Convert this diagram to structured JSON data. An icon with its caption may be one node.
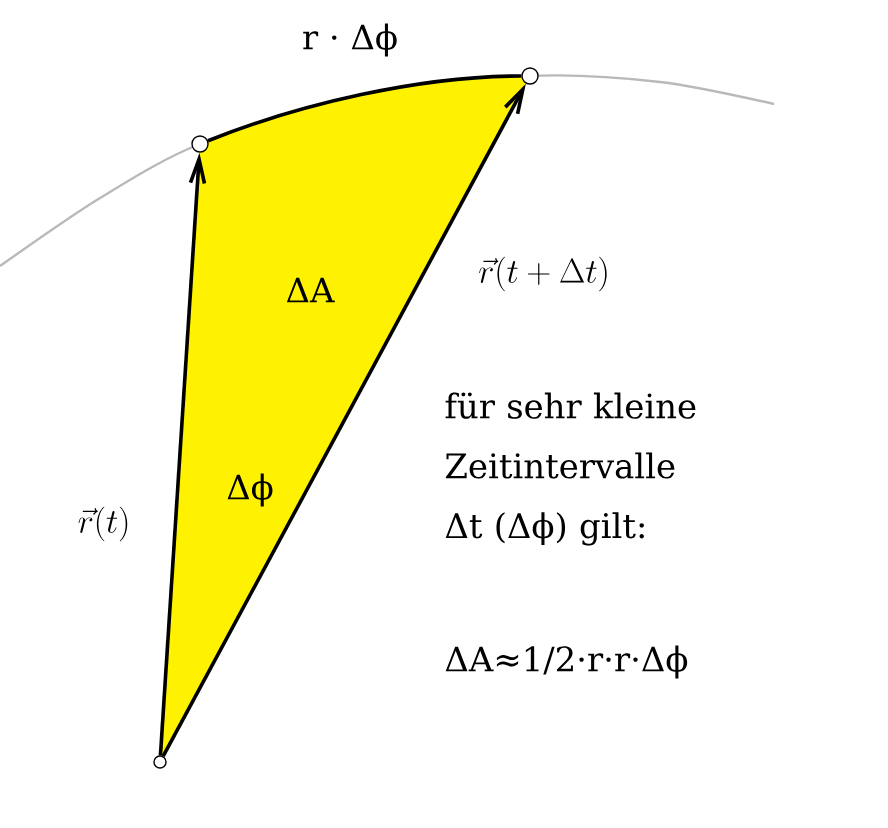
{
  "diagram": {
    "nodes": [
      {
        "text": [],
        "shape": "circle"
      },
      {
        "text": [],
        "shape": "circle"
      },
      {
        "text": [],
        "shape": "circle"
      }
    ],
    "edges": [
      {
        "from": 0,
        "to": 1,
        "arrow": "to",
        "label": "\\vec{r}(t)"
      },
      {
        "from": 0,
        "to": 2,
        "arrow": "to",
        "label": "\\vec{r}(t+\\Delta t)"
      },
      {
        "from": 1,
        "to": 2,
        "arrow": "none",
        "label": "r · Δϕ"
      }
    ],
    "labels": [
      "ΔA",
      "Δϕ",
      "für sehr kleine Zeitintervalle Δt  (Δϕ) gilt:",
      "ΔA≈1/2·r·r·Δϕ"
    ]
  }
}
